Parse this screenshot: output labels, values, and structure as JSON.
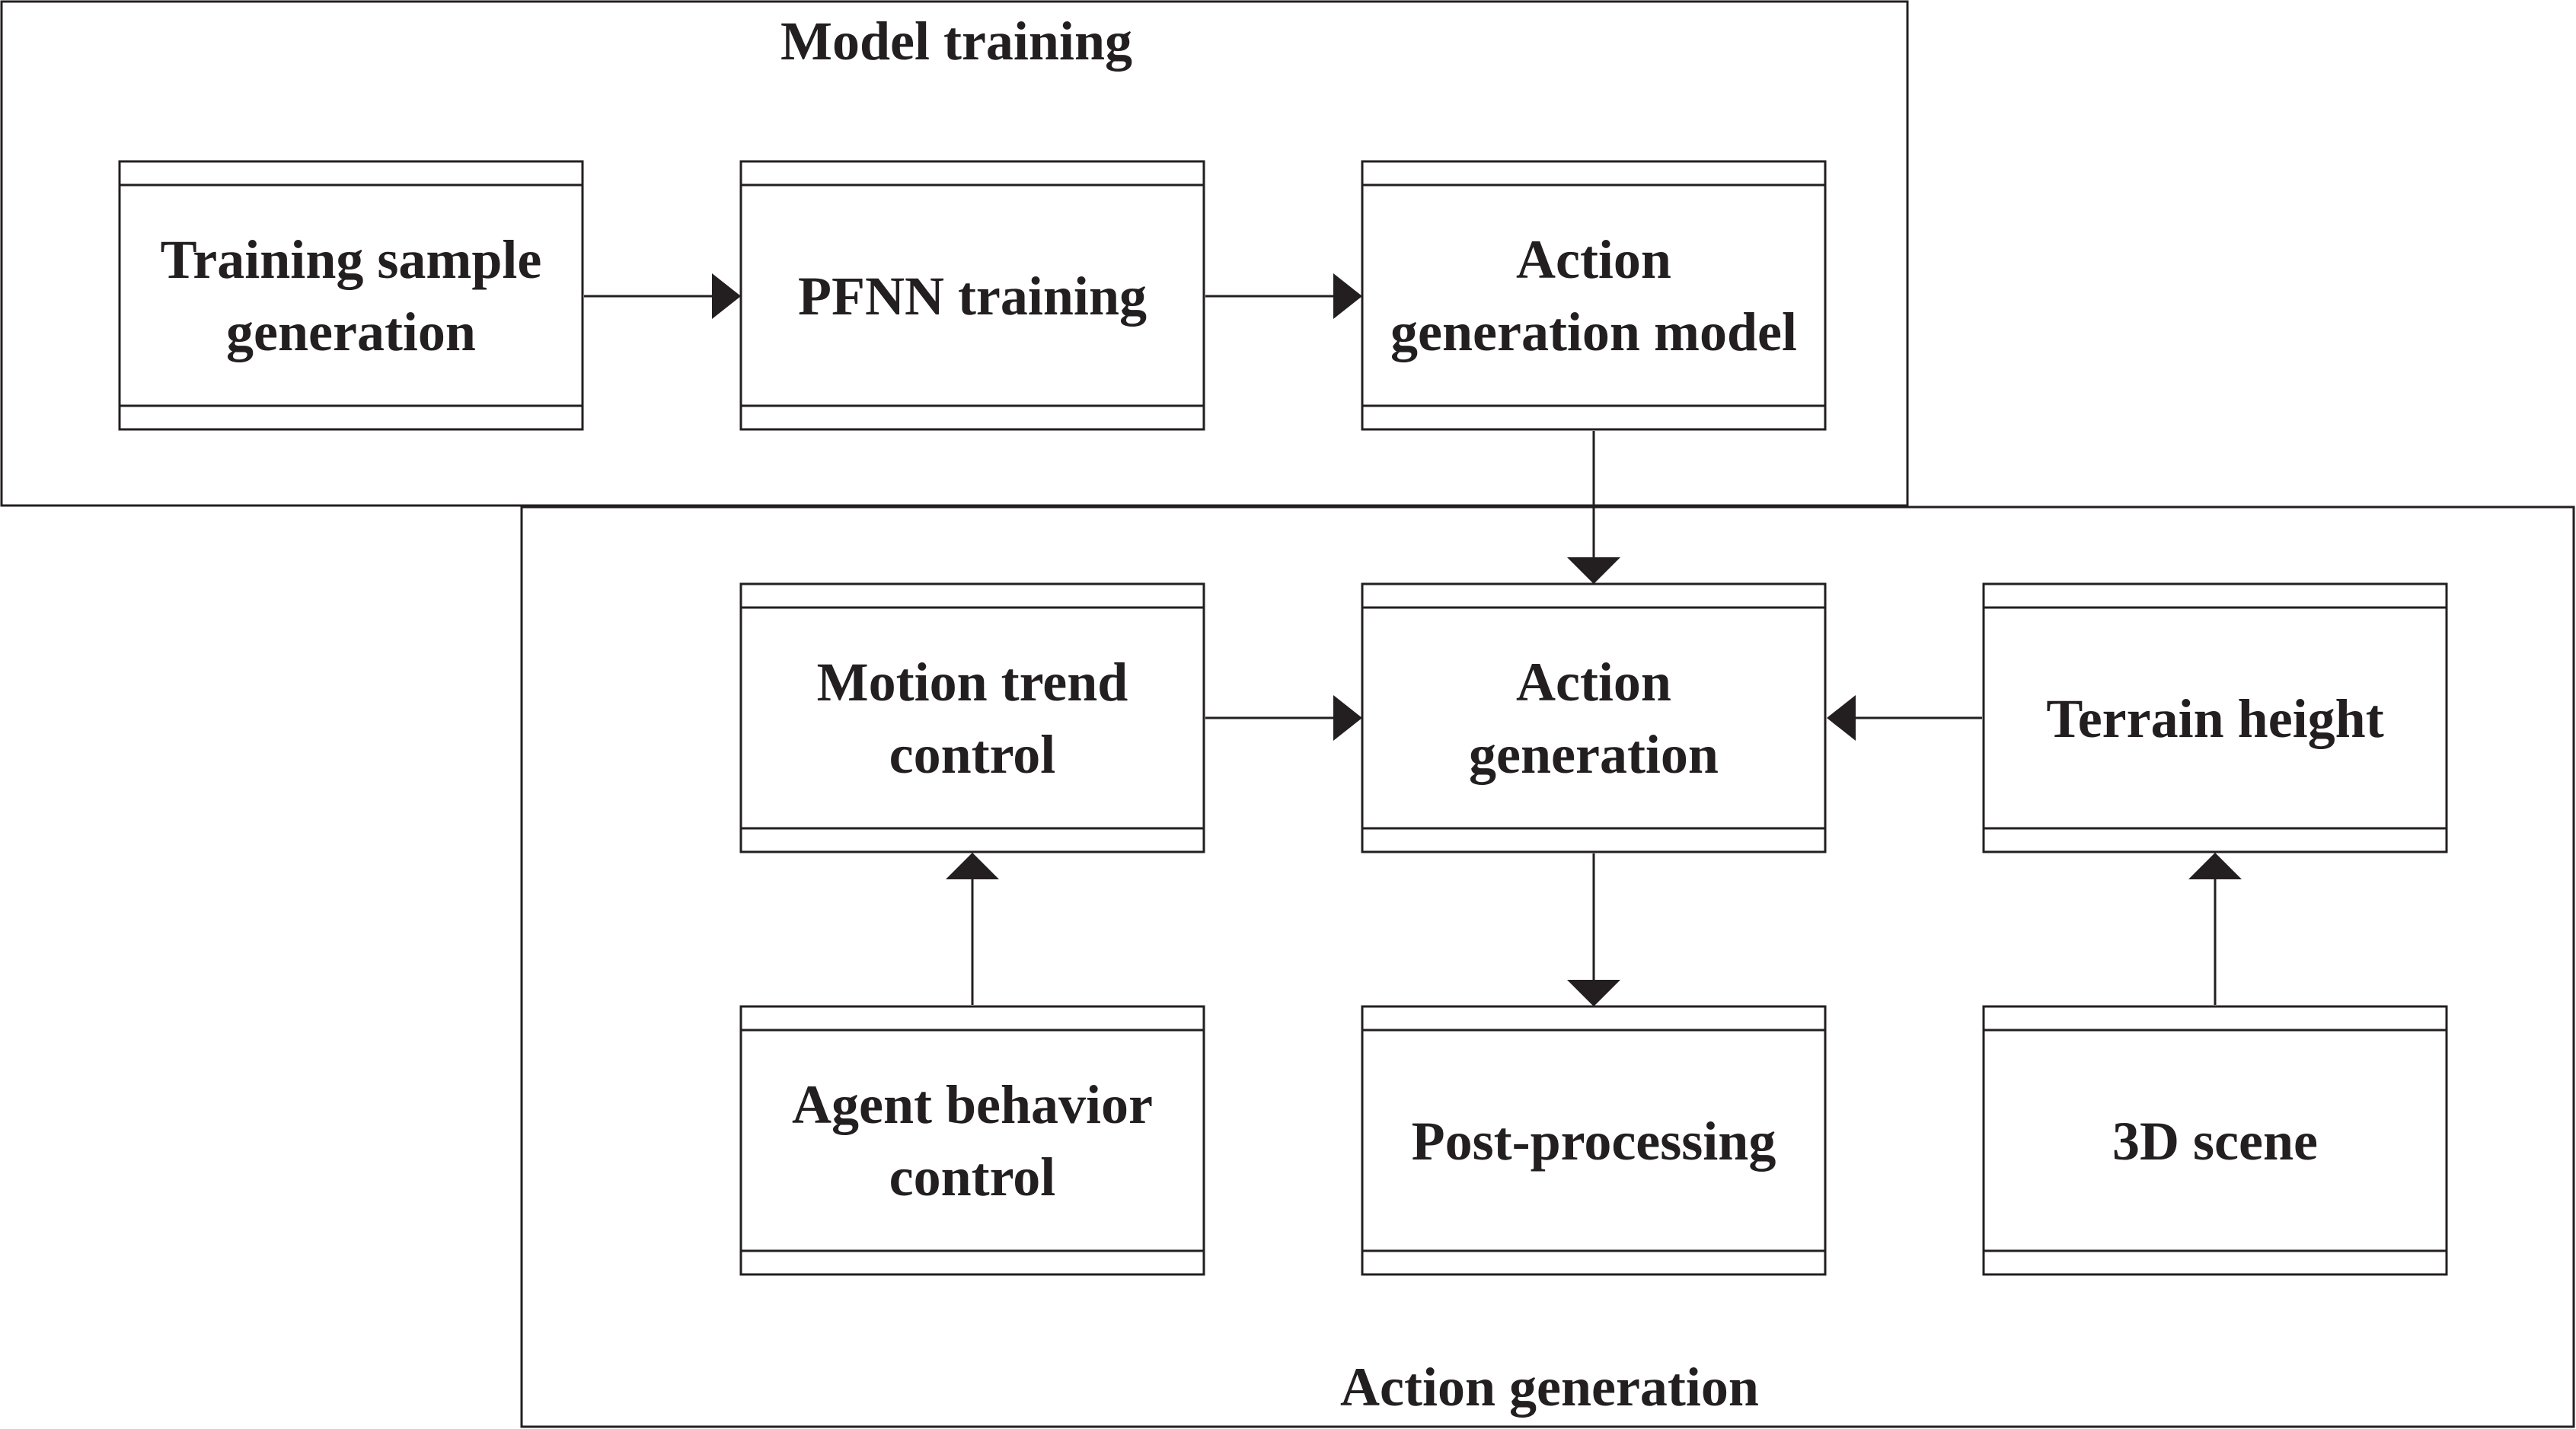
{
  "groups": {
    "training": {
      "title": "Model training"
    },
    "generation": {
      "title": "Action generation"
    }
  },
  "boxes": {
    "sample_gen": {
      "lines": [
        "Training sample",
        "generation"
      ]
    },
    "pfnn": {
      "lines": [
        "PFNN training"
      ]
    },
    "action_model": {
      "lines": [
        "Action",
        "generation model"
      ]
    },
    "motion_trend": {
      "lines": [
        "Motion trend",
        "control"
      ]
    },
    "action_gen": {
      "lines": [
        "Action",
        "generation"
      ]
    },
    "terrain": {
      "lines": [
        "Terrain height"
      ]
    },
    "agent_behavior": {
      "lines": [
        "Agent behavior",
        "control"
      ]
    },
    "post_processing": {
      "lines": [
        "Post-processing"
      ]
    },
    "scene_3d": {
      "lines": [
        "3D scene"
      ]
    }
  },
  "connections": [
    {
      "from": "Training sample generation",
      "to": "PFNN training"
    },
    {
      "from": "PFNN training",
      "to": "Action generation model"
    },
    {
      "from": "Action generation model",
      "to": "Action generation"
    },
    {
      "from": "Motion trend control",
      "to": "Action generation"
    },
    {
      "from": "Terrain height",
      "to": "Action generation"
    },
    {
      "from": "Action generation",
      "to": "Post-processing"
    },
    {
      "from": "Agent behavior control",
      "to": "Motion trend control"
    },
    {
      "from": "3D scene",
      "to": "Terrain height"
    }
  ]
}
